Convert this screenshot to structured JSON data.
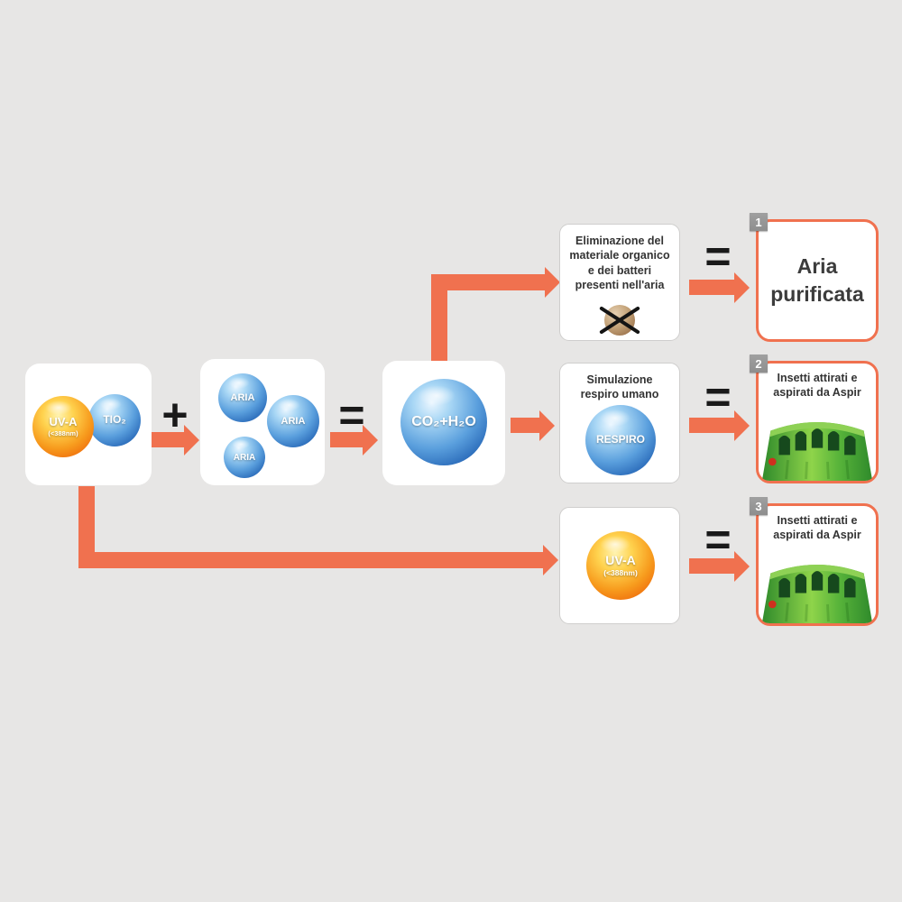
{
  "background": "#e7e6e5",
  "colors": {
    "arrow": "#f0714f",
    "result_border": "#f0714f",
    "badge_bg": "#8e8e8e",
    "bg": "#e7e6e5"
  },
  "reaction": {
    "plus": "+",
    "equals": "=",
    "reagents": {
      "uva": "UV-A",
      "uva_sub": "(<388nm)",
      "tio2": "TIO₂"
    },
    "air": {
      "aria1": "ARIA",
      "aria2": "ARIA",
      "aria3": "ARIA"
    },
    "product": "CO₂+H₂O"
  },
  "branches": {
    "b1": {
      "text": "Eliminazione del materiale organico e dei batteri presenti nell'aria",
      "equals": "=",
      "badge": "1",
      "result": "Aria purificata"
    },
    "b2": {
      "title": "Simulazione respiro umano",
      "sphere": "RESPIRO",
      "equals": "=",
      "badge": "2",
      "result": "Insetti attirati e aspirati da Aspir"
    },
    "b3": {
      "sphere": "UV-A",
      "sphere_sub": "(<388nm)",
      "equals": "=",
      "badge": "3",
      "result": "Insetti attirati e aspirati da Aspir"
    }
  }
}
